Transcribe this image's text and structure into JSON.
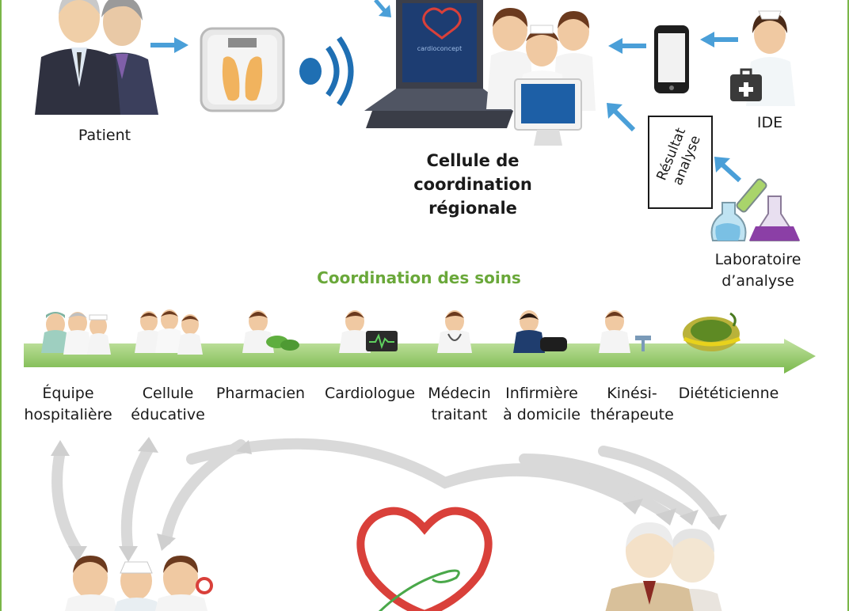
{
  "top": {
    "patient_label": "Patient",
    "center_line1": "Cellule de",
    "center_line2": "coordination",
    "center_line3": "régionale",
    "ide_label": "IDE",
    "result_line1": "Résultat",
    "result_line2": "analyse",
    "lab_line1": "Laboratoire",
    "lab_line2": "d’analyse",
    "screen_brand": "cardioconcept"
  },
  "coordination": {
    "title": "Coordination des soins",
    "actors": [
      {
        "line1": "Équipe",
        "line2": "hospitalière"
      },
      {
        "line1": "Cellule",
        "line2": "éducative"
      },
      {
        "line1": "Pharmacien",
        "line2": ""
      },
      {
        "line1": "Cardiologue",
        "line2": ""
      },
      {
        "line1": "Médecin",
        "line2": "traitant"
      },
      {
        "line1": "Infirmière",
        "line2": "à domicile"
      },
      {
        "line1": "Kinési-",
        "line2": "thérapeute"
      },
      {
        "line1": "Diététicienne",
        "line2": ""
      }
    ]
  },
  "colors": {
    "frame_green": "#7ab648",
    "title_green": "#6aa83a",
    "arrow_blue": "#4a9fd8",
    "band_green": "#8cc65a",
    "heart_red": "#d9403a"
  }
}
